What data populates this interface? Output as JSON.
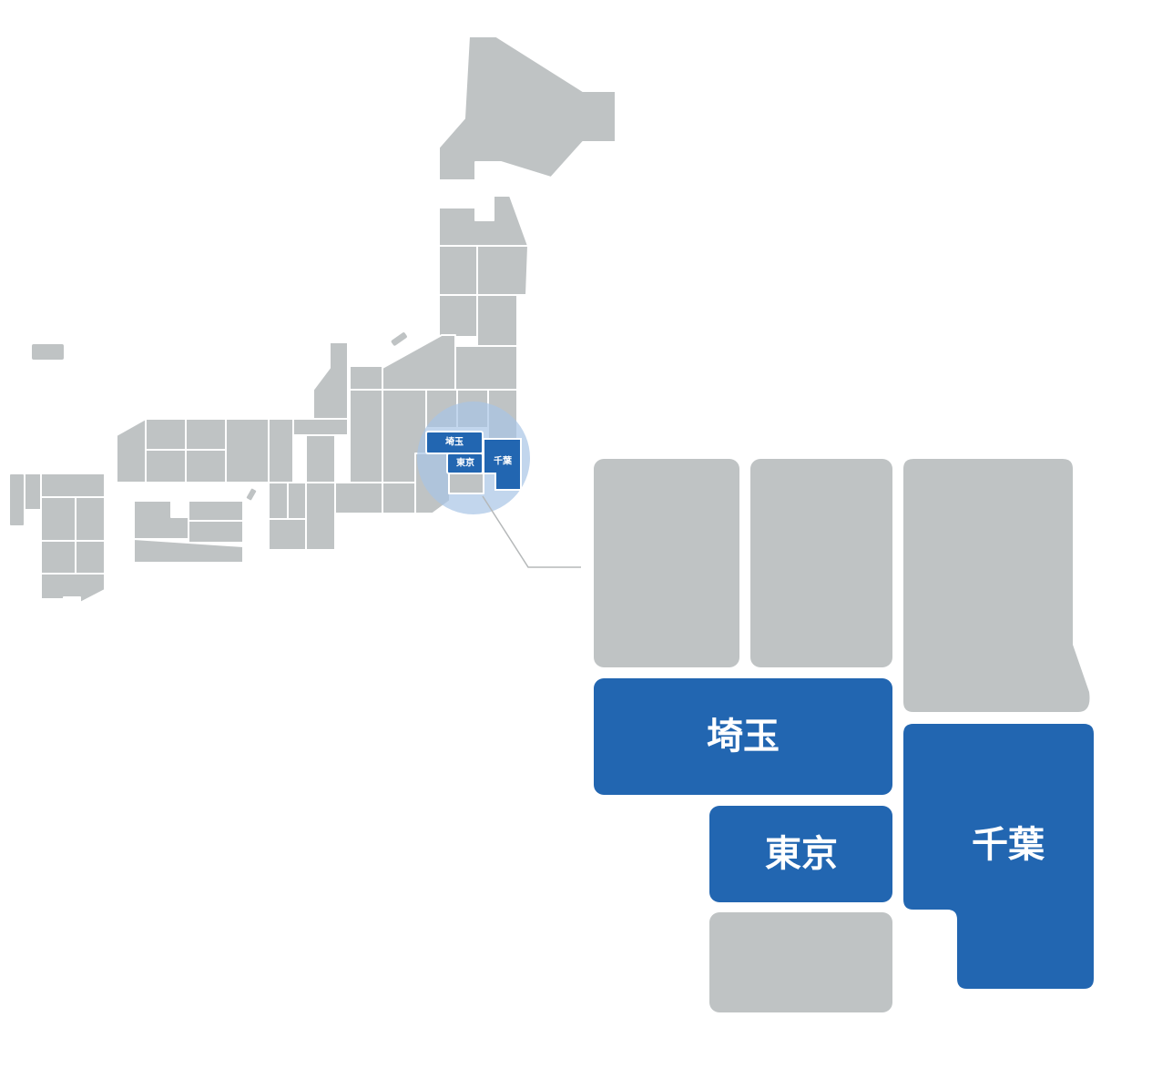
{
  "labels": {
    "saitama": "埼玉",
    "tokyo": "東京",
    "chiba": "千葉"
  },
  "colors": {
    "highlight": "#2266b1",
    "region": "#bfc3c4",
    "lens": "#a8c4e6",
    "background": "#ffffff"
  },
  "highlighted_prefectures": [
    "埼玉",
    "東京",
    "千葉"
  ]
}
